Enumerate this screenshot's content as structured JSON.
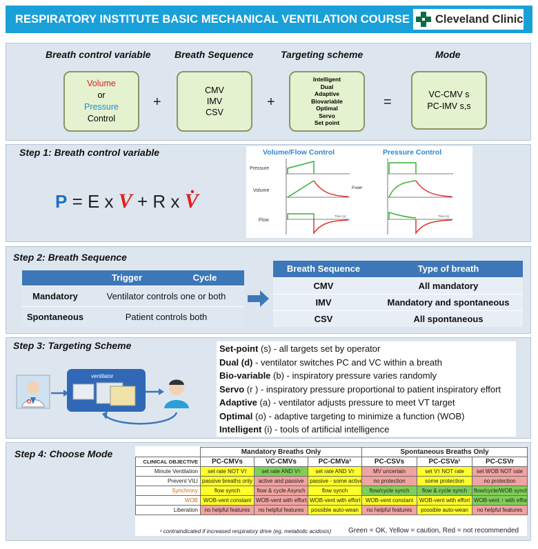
{
  "header": {
    "title": "RESPIRATORY INSTITUTE  BASIC MECHANICAL VENTILATION COURSE",
    "logo_text": "Cleveland Clinic"
  },
  "overview": {
    "headings": [
      "Breath control variable",
      "Breath Sequence",
      "Targeting scheme",
      "Mode"
    ],
    "control_box": {
      "volume": "Volume",
      "or": "or",
      "pressure": "Pressure",
      "control": "Control"
    },
    "sequence_box": [
      "CMV",
      "IMV",
      "CSV"
    ],
    "targeting_box": [
      "Intelligent",
      "Dual",
      "Adaptive",
      "Biovariable",
      "Optimal",
      "Servo",
      "Set point"
    ],
    "mode_box": [
      "VC-CMV s",
      "PC-IMV s,s"
    ],
    "plus": "+",
    "equals": "="
  },
  "step1": {
    "title": "Step 1: Breath control variable",
    "equation": {
      "p": "P",
      "eq": " = E x ",
      "v": "V",
      "plus": " + R x ",
      "vdot": "V̇"
    },
    "graph": {
      "vol_title": "Volume/Flow Control",
      "pres_title": "Pressure Control",
      "rows": [
        "Pressure",
        "Volume",
        "Flow"
      ],
      "pamp": "Pᴀᴍᴘ",
      "time": "Time (s)"
    }
  },
  "step2": {
    "title": "Step 2: Breath Sequence",
    "left": {
      "headers": [
        "",
        "Trigger",
        "Cycle"
      ],
      "rows": [
        [
          "Mandatory",
          "Ventilator controls one  or both"
        ],
        [
          "Spontaneous",
          "Patient controls both"
        ]
      ]
    },
    "right": {
      "headers": [
        "Breath Sequence",
        "Type of breath"
      ],
      "rows": [
        [
          "CMV",
          "All mandatory"
        ],
        [
          "IMV",
          "Mandatory and spontaneous"
        ],
        [
          "CSV",
          "All spontaneous"
        ]
      ]
    }
  },
  "step3": {
    "title": "Step 3: Targeting Scheme",
    "ventilator_label": "ventilator",
    "items": [
      {
        "term": "Set-point",
        "text": " (s) - all targets set by operator"
      },
      {
        "term": "Dual (d)",
        "text": " - ventilator switches  PC and VC within a breath"
      },
      {
        "term": "Bio-variable",
        "text": " (b) -   inspiratory pressure varies randomly"
      },
      {
        "term": "Servo",
        "text": " (r ) - inspiratory pressure proportional to patient inspiratory effort"
      },
      {
        "term": "Adaptive",
        "text": " (a) - ventilator adjusts pressure to meet VT target"
      },
      {
        "term": "Optimal",
        "text": " (o) - adaptive targeting to minimize a function (WOB)"
      },
      {
        "term": "Intelligent",
        "text": " (i) -  tools of artificial intelligence"
      }
    ]
  },
  "step4": {
    "title": "Step 4: Choose Mode",
    "group_mandatory": "Mandatory Breaths Only",
    "group_spontaneous": "Spontaneous Breaths Only",
    "objective_header": "CLINICAL OBJECTIVE",
    "columns": [
      "PC-CMVs",
      "VC-CMVs",
      "PC-CMVa¹",
      "PC-CSVs",
      "PC-CSVa¹",
      "PC-CSVr"
    ],
    "rows": [
      {
        "objective": "Minute Ventilation",
        "cells": [
          [
            "set rate NOT Vᴛ",
            "y"
          ],
          [
            "set rate AND Vᴛ",
            "g"
          ],
          [
            "set rate AND Vᴛ",
            "y"
          ],
          [
            "MV uncertain",
            "r"
          ],
          [
            "set Vᴛ NOT rate",
            "y"
          ],
          [
            "set WOB NOT rate",
            "r"
          ]
        ]
      },
      {
        "objective": "Prevent VILI",
        "cells": [
          [
            "passive breaths only",
            "y"
          ],
          [
            "active and passive",
            "r"
          ],
          [
            "passive - some active",
            "y"
          ],
          [
            "no protection",
            "r"
          ],
          [
            "some protection",
            "y"
          ],
          [
            "no protection",
            "r"
          ]
        ]
      },
      {
        "objective": "Synchrony",
        "cells": [
          [
            "flow synch",
            "y"
          ],
          [
            "flow & cycle Asynch",
            "r"
          ],
          [
            "flow synch",
            "y"
          ],
          [
            "flow/cycle synch",
            "g"
          ],
          [
            "flow & cycle synch",
            "g"
          ],
          [
            "flow/cycle/WOB synch",
            "g"
          ]
        ]
      },
      {
        "objective": "WOB",
        "cells": [
          [
            "WOB-vent constant",
            "y"
          ],
          [
            "WOB-vent   with effort",
            "r"
          ],
          [
            "WOB-vent   with effort",
            "y"
          ],
          [
            "WOB-vent constant",
            "y"
          ],
          [
            "WOB-vent   with effort",
            "y"
          ],
          [
            "WOB-vent ↑ with effort",
            "g"
          ]
        ]
      },
      {
        "objective": "Liberation",
        "cells": [
          [
            "no helpful features",
            "r"
          ],
          [
            "no helpful features",
            "r"
          ],
          [
            "possible auto-wean",
            "y"
          ],
          [
            "no helpful features",
            "r"
          ],
          [
            "possible auto-wean",
            "y"
          ],
          [
            "no helpful features",
            "r"
          ]
        ]
      }
    ],
    "footnote": "¹ contraindicated if increased respiratory drive (eg, metabolic acidosis)",
    "legend": "Green = OK, Yellow = caution, Red = not recommended",
    "colors": {
      "green": "#7fcf56",
      "yellow": "#ffff2a",
      "red": "#f1a3a0"
    }
  }
}
